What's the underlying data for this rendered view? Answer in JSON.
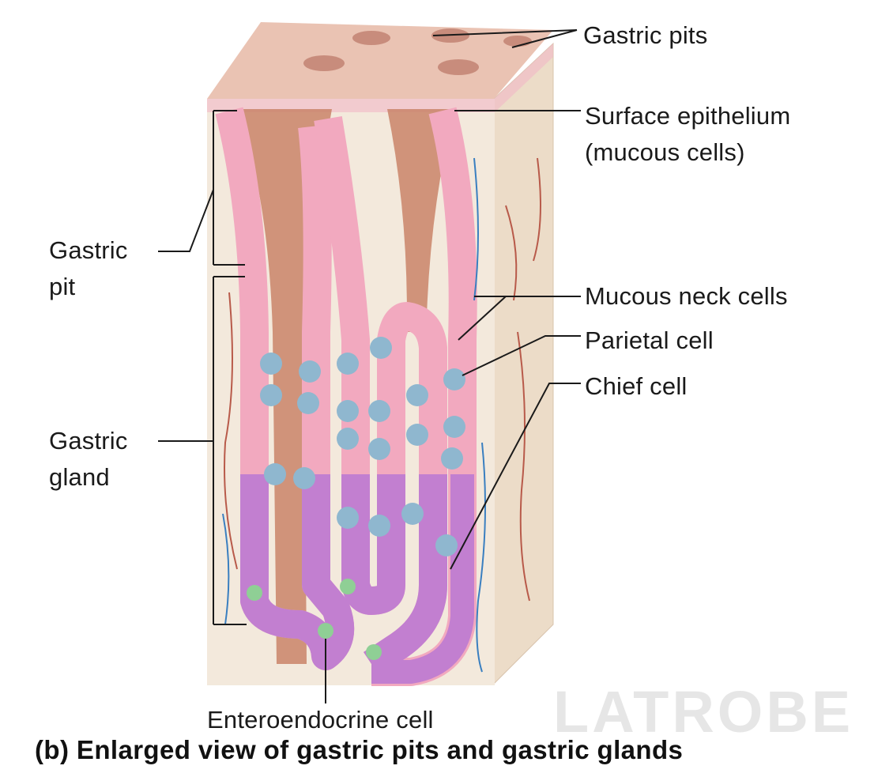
{
  "figure": {
    "labels": {
      "gastric_pits": "Gastric pits",
      "surface_epithelium": "Surface epithelium\n(mucous cells)",
      "gastric_pit": "Gastric\npit",
      "mucous_neck_cells": "Mucous neck cells",
      "parietal_cell": "Parietal cell",
      "chief_cell": "Chief cell",
      "gastric_gland": "Gastric\ngland",
      "enteroendocrine_cell": "Enteroendocrine cell"
    },
    "caption": "(b) Enlarged view of gastric pits and gastric glands",
    "watermark": "LATROBE"
  },
  "colors": {
    "block_face": "#f3e9dc",
    "block_side": "#ecdcc8",
    "block_top": "#eac3b3",
    "lumen": "#c98468",
    "mucous_cell": "#f2a9bf",
    "chief_cell": "#c27fd0",
    "parietal_cell": "#8fb7cf",
    "enteroendocrine_cell": "#8fcf95",
    "leader_line": "#1a1a1a",
    "vessel_red": "#b85a4a",
    "vessel_blue": "#3a7fc0"
  }
}
